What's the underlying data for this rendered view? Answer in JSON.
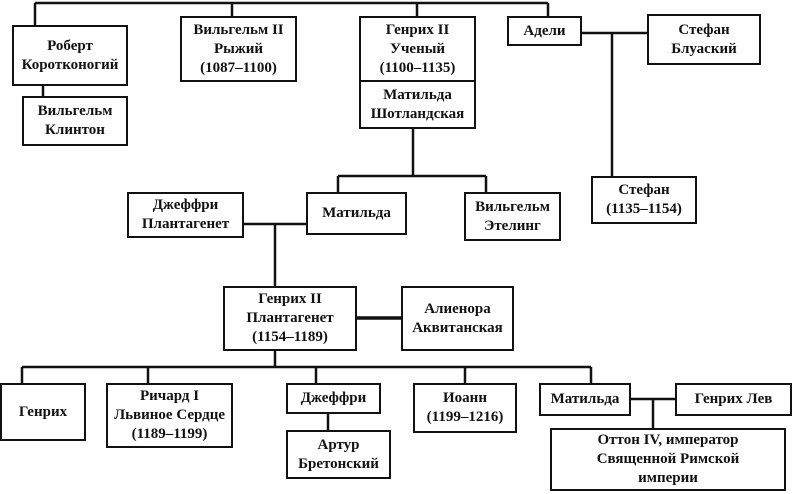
{
  "persons": {
    "robert": [
      "Роберт",
      "Коротконогий"
    ],
    "wilhelm_clinton": [
      "Вильгельм",
      "Клинтон"
    ],
    "wilhelm2": [
      "Вильгельм II",
      "Рыжий",
      "(1087–1100)"
    ],
    "henry1": [
      "Генрих  II",
      "Ученый",
      "(1100–1135)"
    ],
    "matilda_scot": [
      "Матильда",
      "Шотландская"
    ],
    "adeli": [
      "Адели"
    ],
    "stefan_blois": [
      "Стефан",
      "Блуаский"
    ],
    "stefan": [
      "Стефан",
      "(1135–1154)"
    ],
    "geoffrey_plant": [
      "Джеффри",
      "Плантагенет"
    ],
    "matilda": [
      "Матильда"
    ],
    "wilhelm_etheling": [
      "Вильгельм",
      "Этелинг"
    ],
    "henry2": [
      "Генрих II",
      "Плантагенет",
      "(1154–1189)"
    ],
    "eleanor": [
      "Алиенора",
      "Аквитанская"
    ],
    "henry_young": [
      "Генрих"
    ],
    "richard": [
      "Ричард I",
      "Львиное Сердце",
      "(1189–1199)"
    ],
    "geoffrey": [
      "Джеффри"
    ],
    "arthur": [
      "Артур",
      "Бретонский"
    ],
    "john": [
      "Иоанн",
      "(1199–1216)"
    ],
    "matilda2": [
      "Матильда"
    ],
    "henry_lion": [
      "Генрих Лев"
    ],
    "otto": [
      "Оттон IV, император",
      "Священной Римской",
      "империи"
    ]
  }
}
